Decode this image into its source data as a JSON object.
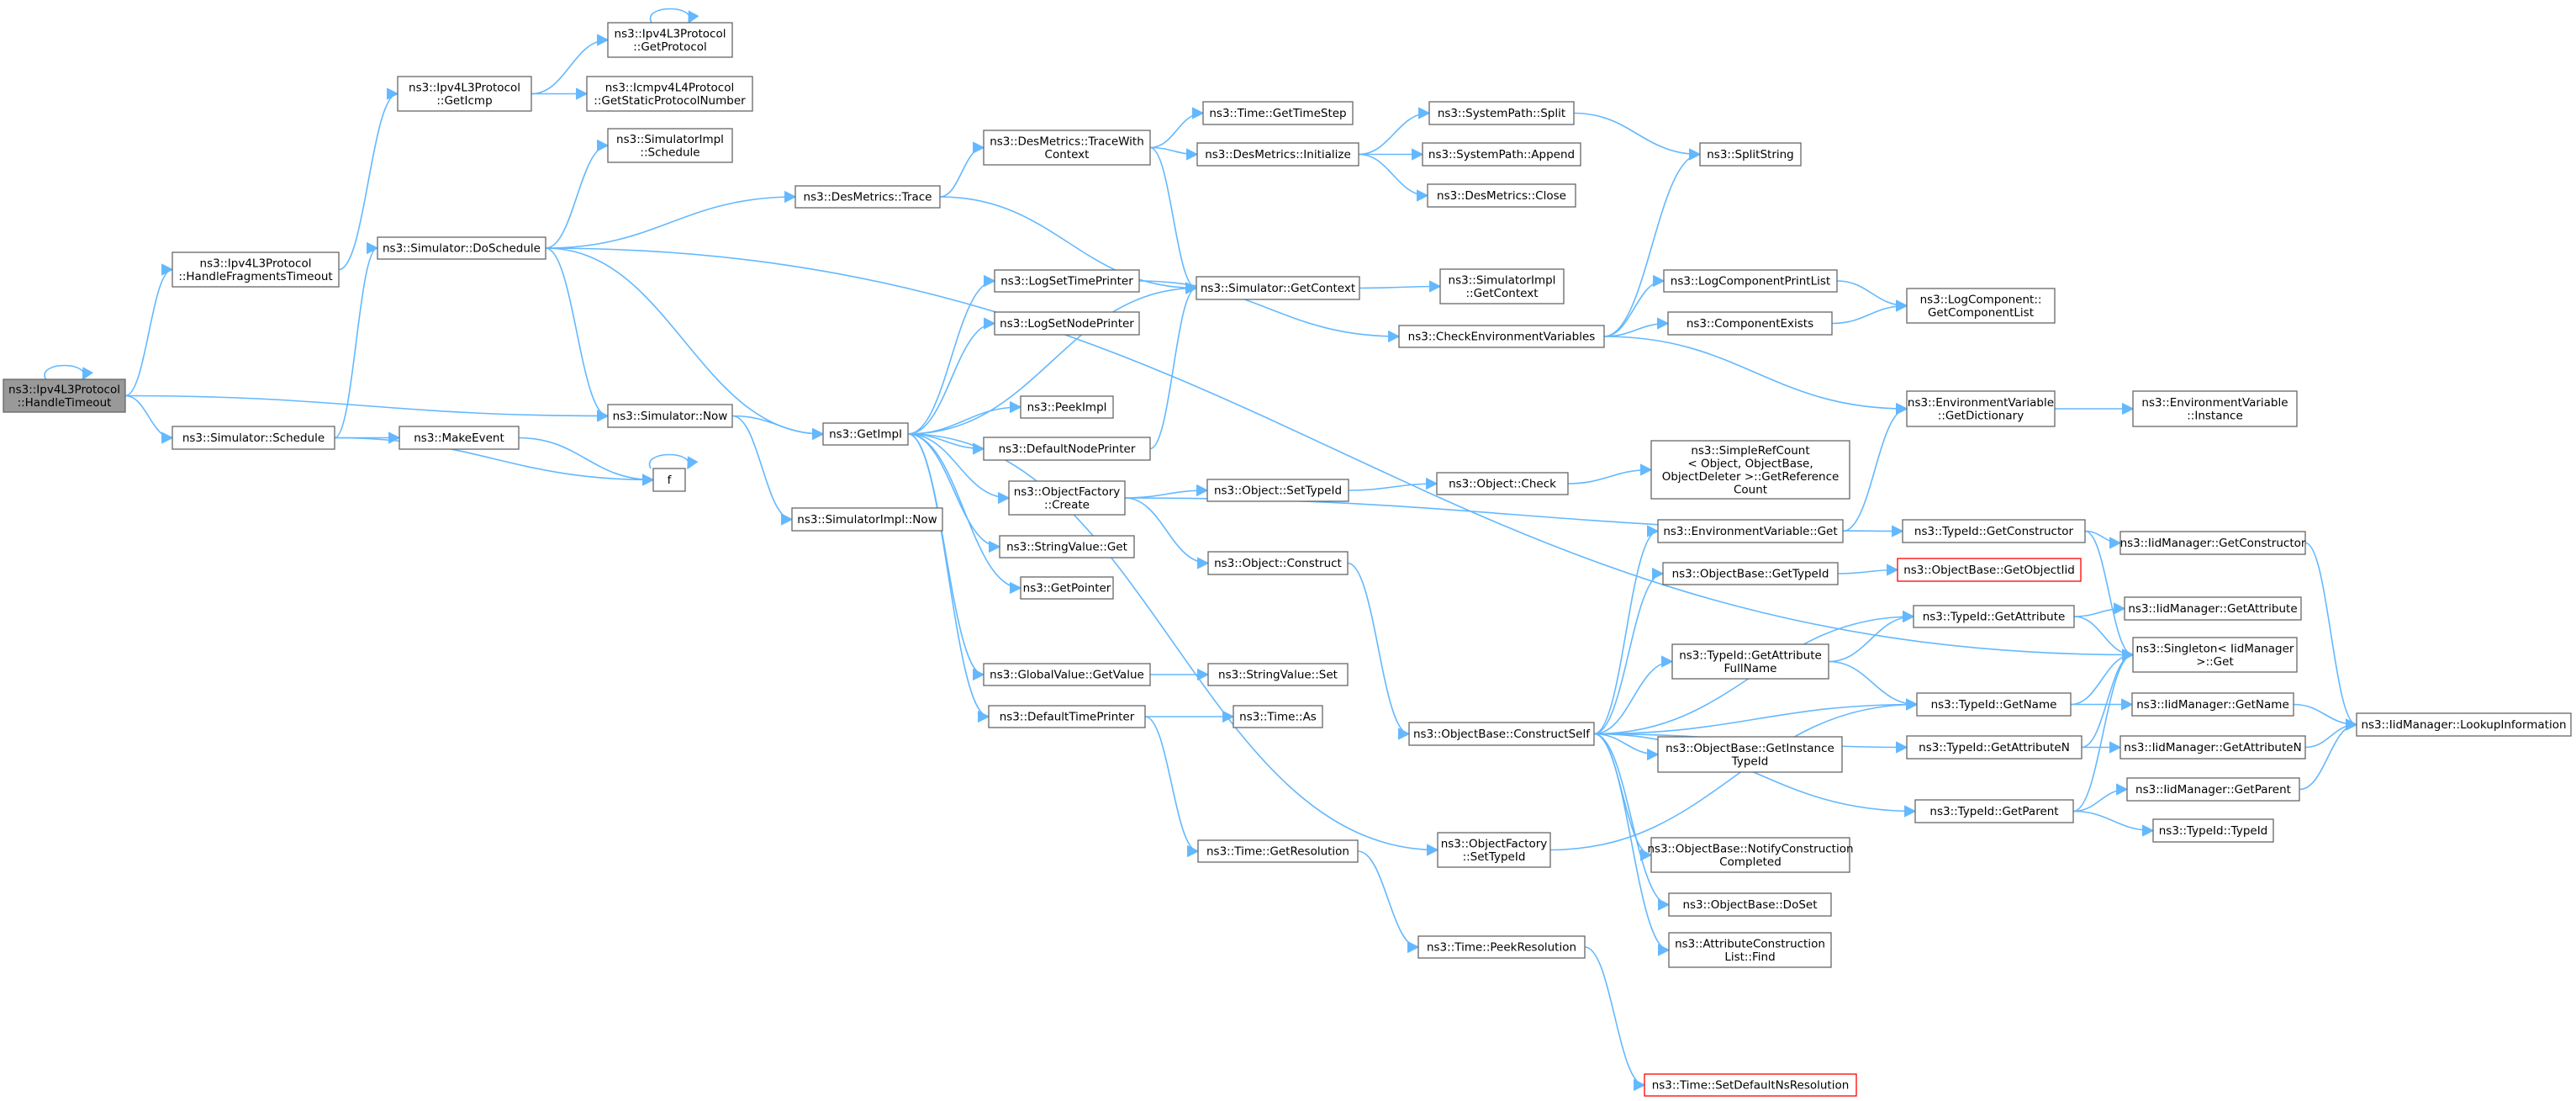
{
  "nodes": [
    {
      "id": "handletimeout",
      "lines": [
        "ns3::Ipv4L3Protocol",
        "::HandleTimeout"
      ],
      "style": "current"
    },
    {
      "id": "handlefrag",
      "lines": [
        "ns3::Ipv4L3Protocol",
        "::HandleFragmentsTimeout"
      ],
      "style": "normal"
    },
    {
      "id": "geticmp",
      "lines": [
        "ns3::Ipv4L3Protocol",
        "::GetIcmp"
      ],
      "style": "normal"
    },
    {
      "id": "getprotocol",
      "lines": [
        "ns3::Ipv4L3Protocol",
        "::GetProtocol"
      ],
      "style": "normal"
    },
    {
      "id": "getstaticproto",
      "lines": [
        "ns3::Icmpv4L4Protocol",
        "::GetStaticProtocolNumber"
      ],
      "style": "normal"
    },
    {
      "id": "simschedule",
      "lines": [
        "ns3::Simulator::Schedule"
      ],
      "style": "normal"
    },
    {
      "id": "doschedule",
      "lines": [
        "ns3::Simulator::DoSchedule"
      ],
      "style": "normal"
    },
    {
      "id": "simimplschedule",
      "lines": [
        "ns3::SimulatorImpl",
        "::Schedule"
      ],
      "style": "normal"
    },
    {
      "id": "makeevent",
      "lines": [
        "ns3::MakeEvent"
      ],
      "style": "normal"
    },
    {
      "id": "f",
      "lines": [
        "f"
      ],
      "style": "normal"
    },
    {
      "id": "simnow",
      "lines": [
        "ns3::Simulator::Now"
      ],
      "style": "normal"
    },
    {
      "id": "simimplnow",
      "lines": [
        "ns3::SimulatorImpl::Now"
      ],
      "style": "normal"
    },
    {
      "id": "desmetricstrace",
      "lines": [
        "ns3::DesMetrics::Trace"
      ],
      "style": "normal"
    },
    {
      "id": "tracewithcontext",
      "lines": [
        "ns3::DesMetrics::TraceWith",
        "Context"
      ],
      "style": "normal"
    },
    {
      "id": "gettimestep",
      "lines": [
        "ns3::Time::GetTimeStep"
      ],
      "style": "normal"
    },
    {
      "id": "desinit",
      "lines": [
        "ns3::DesMetrics::Initialize"
      ],
      "style": "normal"
    },
    {
      "id": "syspathsplit",
      "lines": [
        "ns3::SystemPath::Split"
      ],
      "style": "normal"
    },
    {
      "id": "syspathappend",
      "lines": [
        "ns3::SystemPath::Append"
      ],
      "style": "normal"
    },
    {
      "id": "desclose",
      "lines": [
        "ns3::DesMetrics::Close"
      ],
      "style": "normal"
    },
    {
      "id": "splitstring",
      "lines": [
        "ns3::SplitString"
      ],
      "style": "normal"
    },
    {
      "id": "getimpl",
      "lines": [
        "ns3::GetImpl"
      ],
      "style": "normal"
    },
    {
      "id": "logsettime",
      "lines": [
        "ns3::LogSetTimePrinter"
      ],
      "style": "normal"
    },
    {
      "id": "logsetnode",
      "lines": [
        "ns3::LogSetNodePrinter"
      ],
      "style": "normal"
    },
    {
      "id": "peekimpl",
      "lines": [
        "ns3::PeekImpl"
      ],
      "style": "normal"
    },
    {
      "id": "defnodeprinter",
      "lines": [
        "ns3::DefaultNodePrinter"
      ],
      "style": "normal"
    },
    {
      "id": "objfactcreate",
      "lines": [
        "ns3::ObjectFactory",
        "::Create"
      ],
      "style": "normal"
    },
    {
      "id": "stringvalueget",
      "lines": [
        "ns3::StringValue::Get"
      ],
      "style": "normal"
    },
    {
      "id": "getpointer",
      "lines": [
        "ns3::GetPointer"
      ],
      "style": "normal"
    },
    {
      "id": "globalvalueget",
      "lines": [
        "ns3::GlobalValue::GetValue"
      ],
      "style": "normal"
    },
    {
      "id": "deftimeprinter",
      "lines": [
        "ns3::DefaultTimePrinter"
      ],
      "style": "normal"
    },
    {
      "id": "stringvalueset",
      "lines": [
        "ns3::StringValue::Set"
      ],
      "style": "normal"
    },
    {
      "id": "timeas",
      "lines": [
        "ns3::Time::As"
      ],
      "style": "normal"
    },
    {
      "id": "getresolution",
      "lines": [
        "ns3::Time::GetResolution"
      ],
      "style": "normal"
    },
    {
      "id": "peekresolution",
      "lines": [
        "ns3::Time::PeekResolution"
      ],
      "style": "normal"
    },
    {
      "id": "setdefaultns",
      "lines": [
        "ns3::Time::SetDefaultNsResolution"
      ],
      "style": "red"
    },
    {
      "id": "simgetcontext",
      "lines": [
        "ns3::Simulator::GetContext"
      ],
      "style": "normal"
    },
    {
      "id": "simimplgetcontext",
      "lines": [
        "ns3::SimulatorImpl",
        "::GetContext"
      ],
      "style": "normal"
    },
    {
      "id": "checkenv",
      "lines": [
        "ns3::CheckEnvironmentVariables"
      ],
      "style": "normal"
    },
    {
      "id": "logcompprint",
      "lines": [
        "ns3::LogComponentPrintList"
      ],
      "style": "normal"
    },
    {
      "id": "compexists",
      "lines": [
        "ns3::ComponentExists"
      ],
      "style": "normal"
    },
    {
      "id": "getcomplist",
      "lines": [
        "ns3::LogComponent::",
        "GetComponentList"
      ],
      "style": "normal"
    },
    {
      "id": "envgetdict",
      "lines": [
        "ns3::EnvironmentVariable",
        "::GetDictionary"
      ],
      "style": "normal"
    },
    {
      "id": "envinstance",
      "lines": [
        "ns3::EnvironmentVariable",
        "::Instance"
      ],
      "style": "normal"
    },
    {
      "id": "objsettypeid",
      "lines": [
        "ns3::Object::SetTypeId"
      ],
      "style": "normal"
    },
    {
      "id": "objcheck",
      "lines": [
        "ns3::Object::Check"
      ],
      "style": "normal"
    },
    {
      "id": "simplerefcount",
      "lines": [
        "ns3::SimpleRefCount",
        "< Object, ObjectBase,",
        "ObjectDeleter >::GetReference",
        "Count"
      ],
      "style": "normal"
    },
    {
      "id": "objconstruct",
      "lines": [
        "ns3::Object::Construct"
      ],
      "style": "normal"
    },
    {
      "id": "objbaseconstructself",
      "lines": [
        "ns3::ObjectBase::ConstructSelf"
      ],
      "style": "normal"
    },
    {
      "id": "envget",
      "lines": [
        "ns3::EnvironmentVariable::Get"
      ],
      "style": "normal"
    },
    {
      "id": "objbasegettypeid",
      "lines": [
        "ns3::ObjectBase::GetTypeId"
      ],
      "style": "normal"
    },
    {
      "id": "objbasegetobjectiid",
      "lines": [
        "ns3::ObjectBase::GetObjectIid"
      ],
      "style": "red"
    },
    {
      "id": "typeidgetconstructor",
      "lines": [
        "ns3::TypeId::GetConstructor"
      ],
      "style": "normal"
    },
    {
      "id": "iidgetconstructor",
      "lines": [
        "ns3::IidManager::GetConstructor"
      ],
      "style": "normal"
    },
    {
      "id": "typeidgetattribute",
      "lines": [
        "ns3::TypeId::GetAttribute"
      ],
      "style": "normal"
    },
    {
      "id": "iidgetattribute",
      "lines": [
        "ns3::IidManager::GetAttribute"
      ],
      "style": "normal"
    },
    {
      "id": "typeidgetattrfullname",
      "lines": [
        "ns3::TypeId::GetAttribute",
        "FullName"
      ],
      "style": "normal"
    },
    {
      "id": "singletonget",
      "lines": [
        "ns3::Singleton< IidManager",
        ">::Get"
      ],
      "style": "normal"
    },
    {
      "id": "typeidgetname",
      "lines": [
        "ns3::TypeId::GetName"
      ],
      "style": "normal"
    },
    {
      "id": "iidgetname",
      "lines": [
        "ns3::IidManager::GetName"
      ],
      "style": "normal"
    },
    {
      "id": "iidlookup",
      "lines": [
        "ns3::IidManager::LookupInformation"
      ],
      "style": "normal"
    },
    {
      "id": "objbasegetinstance",
      "lines": [
        "ns3::ObjectBase::GetInstance",
        "TypeId"
      ],
      "style": "normal"
    },
    {
      "id": "typeidgetattributen",
      "lines": [
        "ns3::TypeId::GetAttributeN"
      ],
      "style": "normal"
    },
    {
      "id": "iidgetattributen",
      "lines": [
        "ns3::IidManager::GetAttributeN"
      ],
      "style": "normal"
    },
    {
      "id": "typeidgetparent",
      "lines": [
        "ns3::TypeId::GetParent"
      ],
      "style": "normal"
    },
    {
      "id": "iidgetparent",
      "lines": [
        "ns3::IidManager::GetParent"
      ],
      "style": "normal"
    },
    {
      "id": "typeidtypeid",
      "lines": [
        "ns3::TypeId::TypeId"
      ],
      "style": "normal"
    },
    {
      "id": "objfactsettypeid",
      "lines": [
        "ns3::ObjectFactory",
        "::SetTypeId"
      ],
      "style": "normal"
    },
    {
      "id": "objbasenotify",
      "lines": [
        "ns3::ObjectBase::NotifyConstruction",
        "Completed"
      ],
      "style": "normal"
    },
    {
      "id": "objbasedoset",
      "lines": [
        "ns3::ObjectBase::DoSet"
      ],
      "style": "normal"
    },
    {
      "id": "attrconstlistfind",
      "lines": [
        "ns3::AttributeConstruction",
        "List::Find"
      ],
      "style": "normal"
    }
  ],
  "colors": {
    "edge": "#63b8ff",
    "box_border": "#666666",
    "current_fill": "#999999",
    "missing_border": "#ff0000"
  }
}
